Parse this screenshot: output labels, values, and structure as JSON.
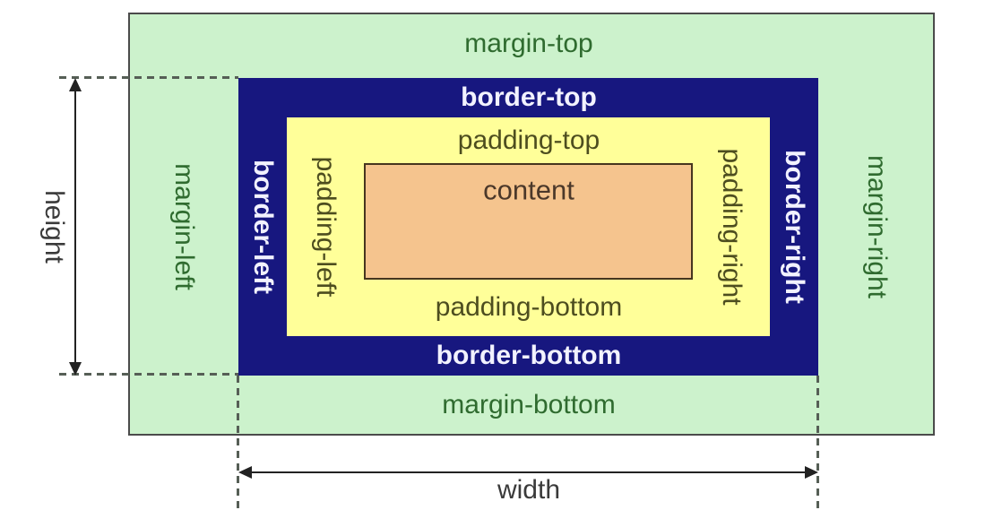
{
  "diagram": {
    "content_label": "content",
    "margin": {
      "top": "margin-top",
      "bottom": "margin-bottom",
      "left": "margin-left",
      "right": "margin-right"
    },
    "border": {
      "top": "border-top",
      "bottom": "border-bottom",
      "left": "border-left",
      "right": "border-right"
    },
    "padding": {
      "top": "padding-top",
      "bottom": "padding-bottom",
      "left": "padding-left",
      "right": "padding-right"
    },
    "dimensions": {
      "height": "height",
      "width": "width"
    },
    "colors": {
      "margin_area": "#ccf2cc",
      "border_area": "#17177f",
      "padding_area": "#ffff99",
      "content_area": "#f5c48e",
      "margin_label_text": "#2f6b2f",
      "border_label_text": "#f2f2ff",
      "padding_label_text": "#4d4d1f",
      "content_label_text": "#4b382a",
      "dimension_label_text": "#3a3a3a",
      "outer_border": "#4b4b4b",
      "arrow": "#222222",
      "dashed_guide": "#565f56"
    }
  }
}
